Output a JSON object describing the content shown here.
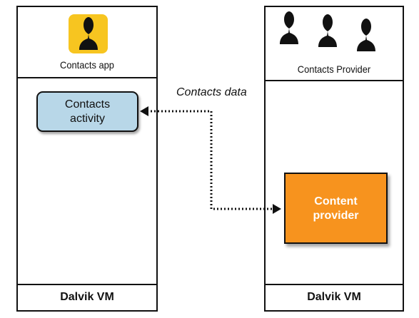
{
  "left_panel": {
    "app_label": "Contacts app",
    "activity_label_line1": "Contacts",
    "activity_label_line2": "activity",
    "vm_label": "Dalvik VM",
    "icon": "person-icon",
    "icon_background": "#f7c520"
  },
  "right_panel": {
    "provider_header_label": "Contacts Provider",
    "content_provider_line1": "Content",
    "content_provider_line2": "provider",
    "vm_label": "Dalvik VM",
    "icons": [
      "person-icon",
      "person-icon",
      "person-icon"
    ]
  },
  "edge": {
    "label": "Contacts data"
  },
  "colors": {
    "activity_fill": "#b8d7e8",
    "provider_fill": "#f7931e",
    "outline": "#111111"
  }
}
